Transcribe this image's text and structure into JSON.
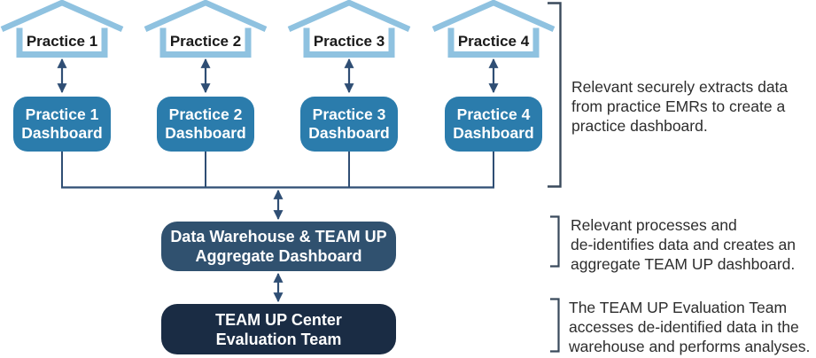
{
  "practices": [
    {
      "house_label": "Practice 1",
      "dashboard_label": "Practice 1\nDashboard"
    },
    {
      "house_label": "Practice 2",
      "dashboard_label": "Practice 2\nDashboard"
    },
    {
      "house_label": "Practice 3",
      "dashboard_label": "Practice 3\nDashboard"
    },
    {
      "house_label": "Practice 4",
      "dashboard_label": "Practice 4\nDashboard"
    }
  ],
  "warehouse": {
    "label": "Data Warehouse & TEAM UP\nAggregate Dashboard"
  },
  "evaluation": {
    "label": "TEAM UP Center\nEvaluation Team"
  },
  "annotations": [
    {
      "text": "Relevant securely extracts data\nfrom practice EMRs to create a\npractice dashboard."
    },
    {
      "text": "Relevant processes and\nde-identifies data and creates an\naggregate TEAM UP dashboard."
    },
    {
      "text": "The TEAM UP Evaluation Team\naccesses de-identified data in the\nwarehouse and performs analyses."
    }
  ],
  "colors": {
    "house_outline": "#8FC2E0",
    "practice_box": "#2B7CAC",
    "warehouse_box": "#30516F",
    "evaluation_box": "#1A2C44",
    "connector": "#2F4E74",
    "bracket": "#3A4A5C",
    "label_text": "#1A1A1A",
    "annotation_text": "#2D2D2D"
  }
}
